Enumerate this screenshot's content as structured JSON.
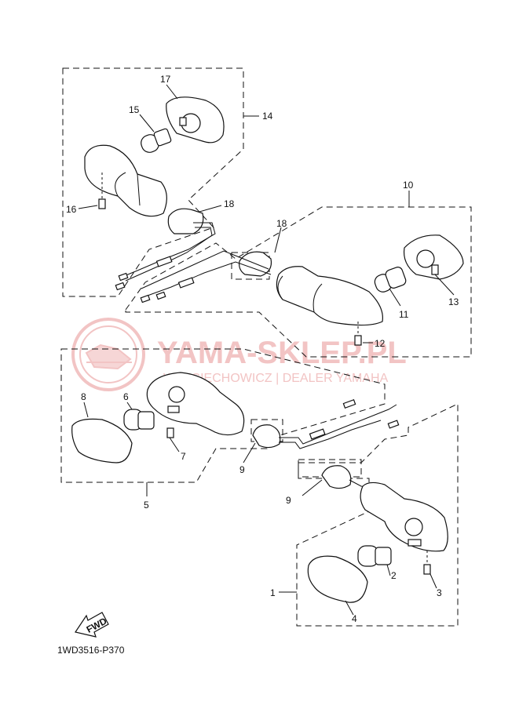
{
  "diagram_code": "1WD3516-P370",
  "fwd_label": "FWD",
  "watermark": {
    "title": "YAMA-SKLEP.PL",
    "subtitle": "WOJCIECHOWICZ | DEALER YAMAHA"
  },
  "callouts": {
    "c1": "1",
    "c2": "2",
    "c3": "3",
    "c4": "4",
    "c5": "5",
    "c6": "6",
    "c7": "7",
    "c8": "8",
    "c9a": "9",
    "c9b": "9",
    "c10": "10",
    "c11": "11",
    "c12": "12",
    "c13": "13",
    "c14": "14",
    "c15": "15",
    "c16": "16",
    "c17": "17",
    "c18a": "18",
    "c18b": "18"
  }
}
